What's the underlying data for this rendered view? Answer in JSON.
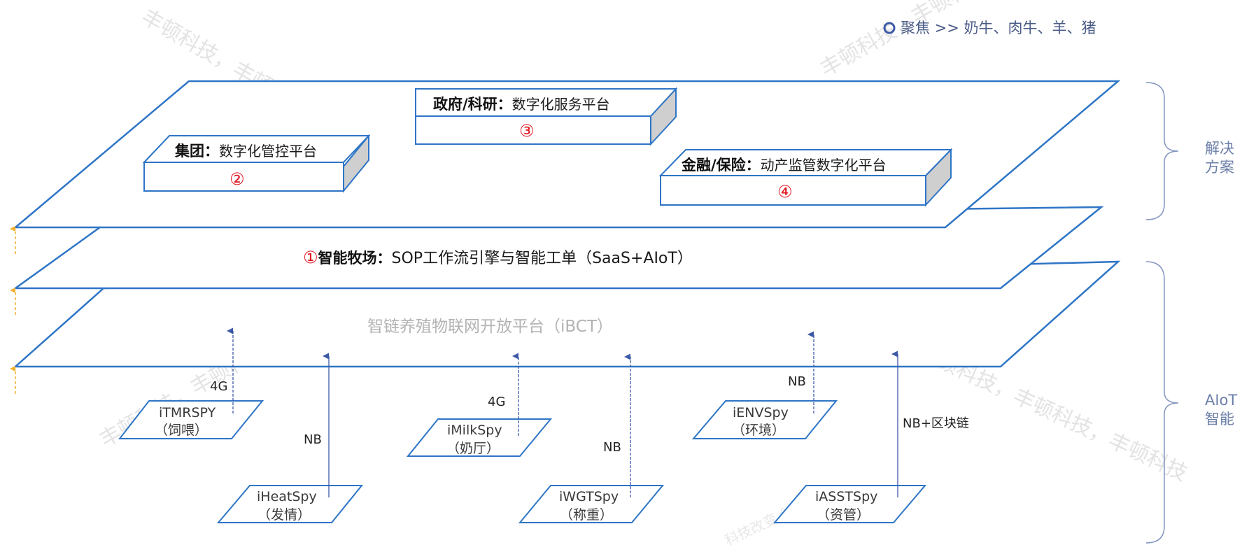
{
  "focus": {
    "icon": "circle-icon",
    "text": "聚焦 >> 奶牛、肉牛、羊、猪"
  },
  "watermark": {
    "text": "丰顿科技，丰顿科技，丰顿科技",
    "secondary": "科技改变 创造价值"
  },
  "platforms": {
    "group": {
      "label": "集团：",
      "desc": "数字化管控平台",
      "num": "②"
    },
    "gov": {
      "label": "政府/科研：",
      "desc": "数字化服务平台",
      "num": "③"
    },
    "finance": {
      "label": "金融/保险：",
      "desc": "动产监管数字化平台",
      "num": "④"
    }
  },
  "smart_farm": {
    "num": "①",
    "label": "智能牧场：",
    "desc": "SOP工作流引擎与智能工单（SaaS+AIoT）"
  },
  "iot_platform": {
    "text": "智链养殖物联网开放平台（iBCT）"
  },
  "devices": [
    {
      "name": "iTMRSPY",
      "desc": "（饲喂）",
      "connection": "4G"
    },
    {
      "name": "iHeatSpy",
      "desc": "（发情）",
      "connection": "NB"
    },
    {
      "name": "iMilkSpy",
      "desc": "（奶厅）",
      "connection": "4G"
    },
    {
      "name": "iWGTSpy",
      "desc": "（称重）",
      "connection": "NB"
    },
    {
      "name": "iENVSpy",
      "desc": "（环境）",
      "connection": "NB"
    },
    {
      "name": "iASSTSpy",
      "desc": "（资管）",
      "connection": "NB+区块链"
    }
  ],
  "side_labels": {
    "solution": [
      "解决",
      "方案"
    ],
    "aiot": [
      "AIoT",
      "智能"
    ]
  },
  "colors": {
    "outline": "#2e75c6",
    "arrow": "#3c59a6",
    "number": "#e0141e",
    "up_arrow": "#f2b230",
    "brace": "#8496c0"
  }
}
